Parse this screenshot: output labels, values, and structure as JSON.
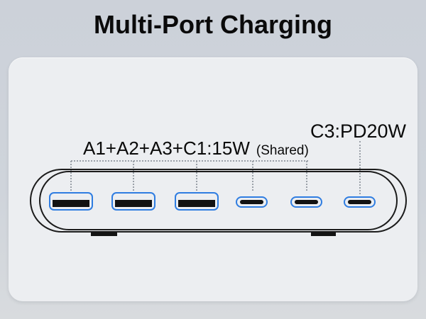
{
  "title": "Multi-Port Charging",
  "colors": {
    "background": "#cdd2da",
    "card": "#eceef1",
    "device_outline": "#1b1b1b",
    "port_blue": "#2f7de1",
    "port_pin": "#121212",
    "dotted_line": "#9aa0a8",
    "text": "#0a0a0a"
  },
  "diagram": {
    "shared_label": {
      "text": "A1+A2+A3+C1:15W",
      "suffix": "(Shared)"
    },
    "c3_label": "C3:PD20W",
    "ports": [
      {
        "type": "usb-a"
      },
      {
        "type": "usb-a"
      },
      {
        "type": "usb-a"
      },
      {
        "type": "usb-c"
      },
      {
        "type": "usb-c"
      },
      {
        "type": "usb-c"
      }
    ]
  }
}
